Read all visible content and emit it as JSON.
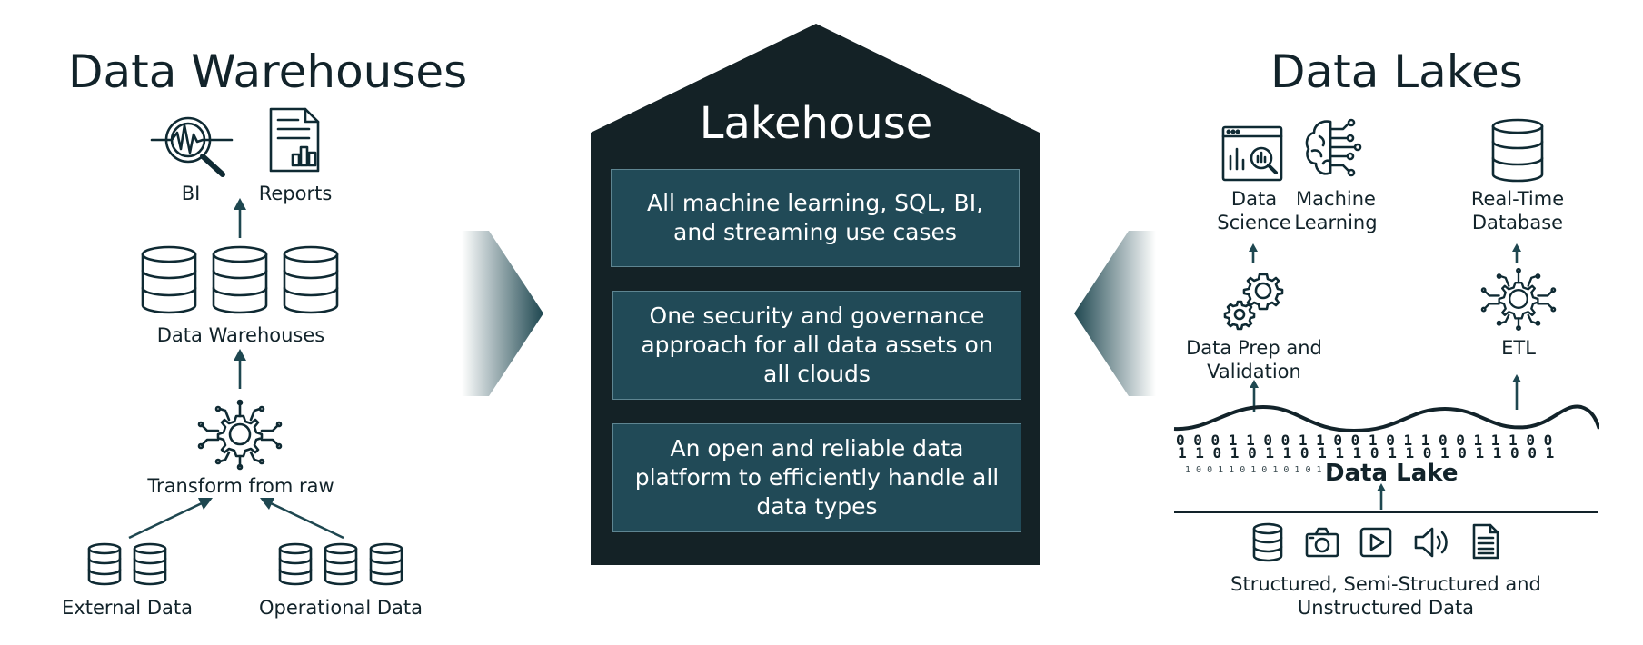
{
  "left": {
    "title": "Data Warehouses",
    "bi_label": "BI",
    "reports_label": "Reports",
    "warehouses_label": "Data Warehouses",
    "transform_label": "Transform from raw",
    "external_label": "External Data",
    "operational_label": "Operational Data"
  },
  "center": {
    "title": "Lakehouse",
    "cards": [
      "All machine learning, SQL, BI, and streaming use cases",
      "One security and governance approach for all data assets on all clouds",
      "An open and reliable data platform to efficiently handle all data types"
    ]
  },
  "right": {
    "title": "Data Lakes",
    "data_science_label": "Data Science",
    "ml_label": "Machine Learning",
    "realtime_label": "Real-Time Database",
    "prep_label": "Data Prep and Validation",
    "etl_label": "ETL",
    "lake_label": "Data Lake",
    "sources_label": "Structured, Semi-Structured and Unstructured Data"
  },
  "colors": {
    "house": "#142226",
    "card": "#214a57",
    "arrow": "#1e4750",
    "text": "#12232a"
  }
}
